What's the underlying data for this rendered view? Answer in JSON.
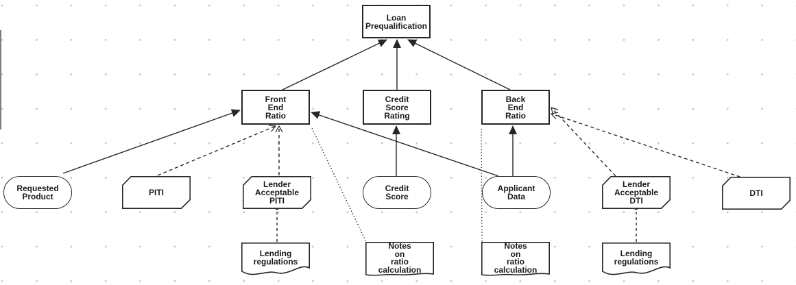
{
  "diagram_type": "DMN decision requirements diagram",
  "colors": {
    "stroke": "#262626",
    "background": "#ffffff",
    "grid_dot": "#c9c9c9"
  },
  "nodes": [
    {
      "id": "loan-prequalification",
      "label": "Loan\nPrequalification",
      "shape": "decision"
    },
    {
      "id": "front-end-ratio",
      "label": "Front\nEnd\nRatio",
      "shape": "decision"
    },
    {
      "id": "credit-score-rating",
      "label": "Credit\nScore\nRating",
      "shape": "decision"
    },
    {
      "id": "back-end-ratio",
      "label": "Back\nEnd\nRatio",
      "shape": "decision"
    },
    {
      "id": "requested-product",
      "label": "Requested\nProduct",
      "shape": "input-data"
    },
    {
      "id": "piti",
      "label": "PITI",
      "shape": "business-knowledge-model"
    },
    {
      "id": "lender-acceptable-piti",
      "label": "Lender\nAcceptable\nPITI",
      "shape": "business-knowledge-model"
    },
    {
      "id": "credit-score",
      "label": "Credit\nScore",
      "shape": "input-data"
    },
    {
      "id": "applicant-data",
      "label": "Applicant\nData",
      "shape": "input-data"
    },
    {
      "id": "lender-acceptable-dti",
      "label": "Lender\nAcceptable\nDTI",
      "shape": "business-knowledge-model"
    },
    {
      "id": "dti",
      "label": "DTI",
      "shape": "business-knowledge-model"
    },
    {
      "id": "lending-regulations-left",
      "label": "Lending\nregulations",
      "shape": "knowledge-source"
    },
    {
      "id": "notes-left",
      "label": "Notes\non\nratio\ncalculation",
      "shape": "knowledge-source"
    },
    {
      "id": "notes-right",
      "label": "Notes\non\nratio\ncalculation",
      "shape": "knowledge-source"
    },
    {
      "id": "lending-regulations-right",
      "label": "Lending\nregulations",
      "shape": "knowledge-source"
    }
  ],
  "edges": [
    {
      "from": "front-end-ratio",
      "to": "loan-prequalification",
      "type": "information-requirement"
    },
    {
      "from": "credit-score-rating",
      "to": "loan-prequalification",
      "type": "information-requirement"
    },
    {
      "from": "back-end-ratio",
      "to": "loan-prequalification",
      "type": "information-requirement"
    },
    {
      "from": "requested-product",
      "to": "front-end-ratio",
      "type": "information-requirement"
    },
    {
      "from": "applicant-data",
      "to": "front-end-ratio",
      "type": "information-requirement"
    },
    {
      "from": "credit-score",
      "to": "credit-score-rating",
      "type": "information-requirement"
    },
    {
      "from": "applicant-data",
      "to": "back-end-ratio",
      "type": "information-requirement"
    },
    {
      "from": "piti",
      "to": "front-end-ratio",
      "type": "knowledge-requirement"
    },
    {
      "from": "lender-acceptable-piti",
      "to": "front-end-ratio",
      "type": "knowledge-requirement"
    },
    {
      "from": "lender-acceptable-dti",
      "to": "back-end-ratio",
      "type": "knowledge-requirement"
    },
    {
      "from": "dti",
      "to": "back-end-ratio",
      "type": "knowledge-requirement"
    },
    {
      "from": "lending-regulations-left",
      "to": "lender-acceptable-piti",
      "type": "authority-requirement"
    },
    {
      "from": "lending-regulations-right",
      "to": "lender-acceptable-dti",
      "type": "authority-requirement"
    },
    {
      "from": "notes-left",
      "to": "front-end-ratio",
      "type": "authority-requirement"
    },
    {
      "from": "notes-right",
      "to": "back-end-ratio",
      "type": "authority-requirement"
    }
  ]
}
